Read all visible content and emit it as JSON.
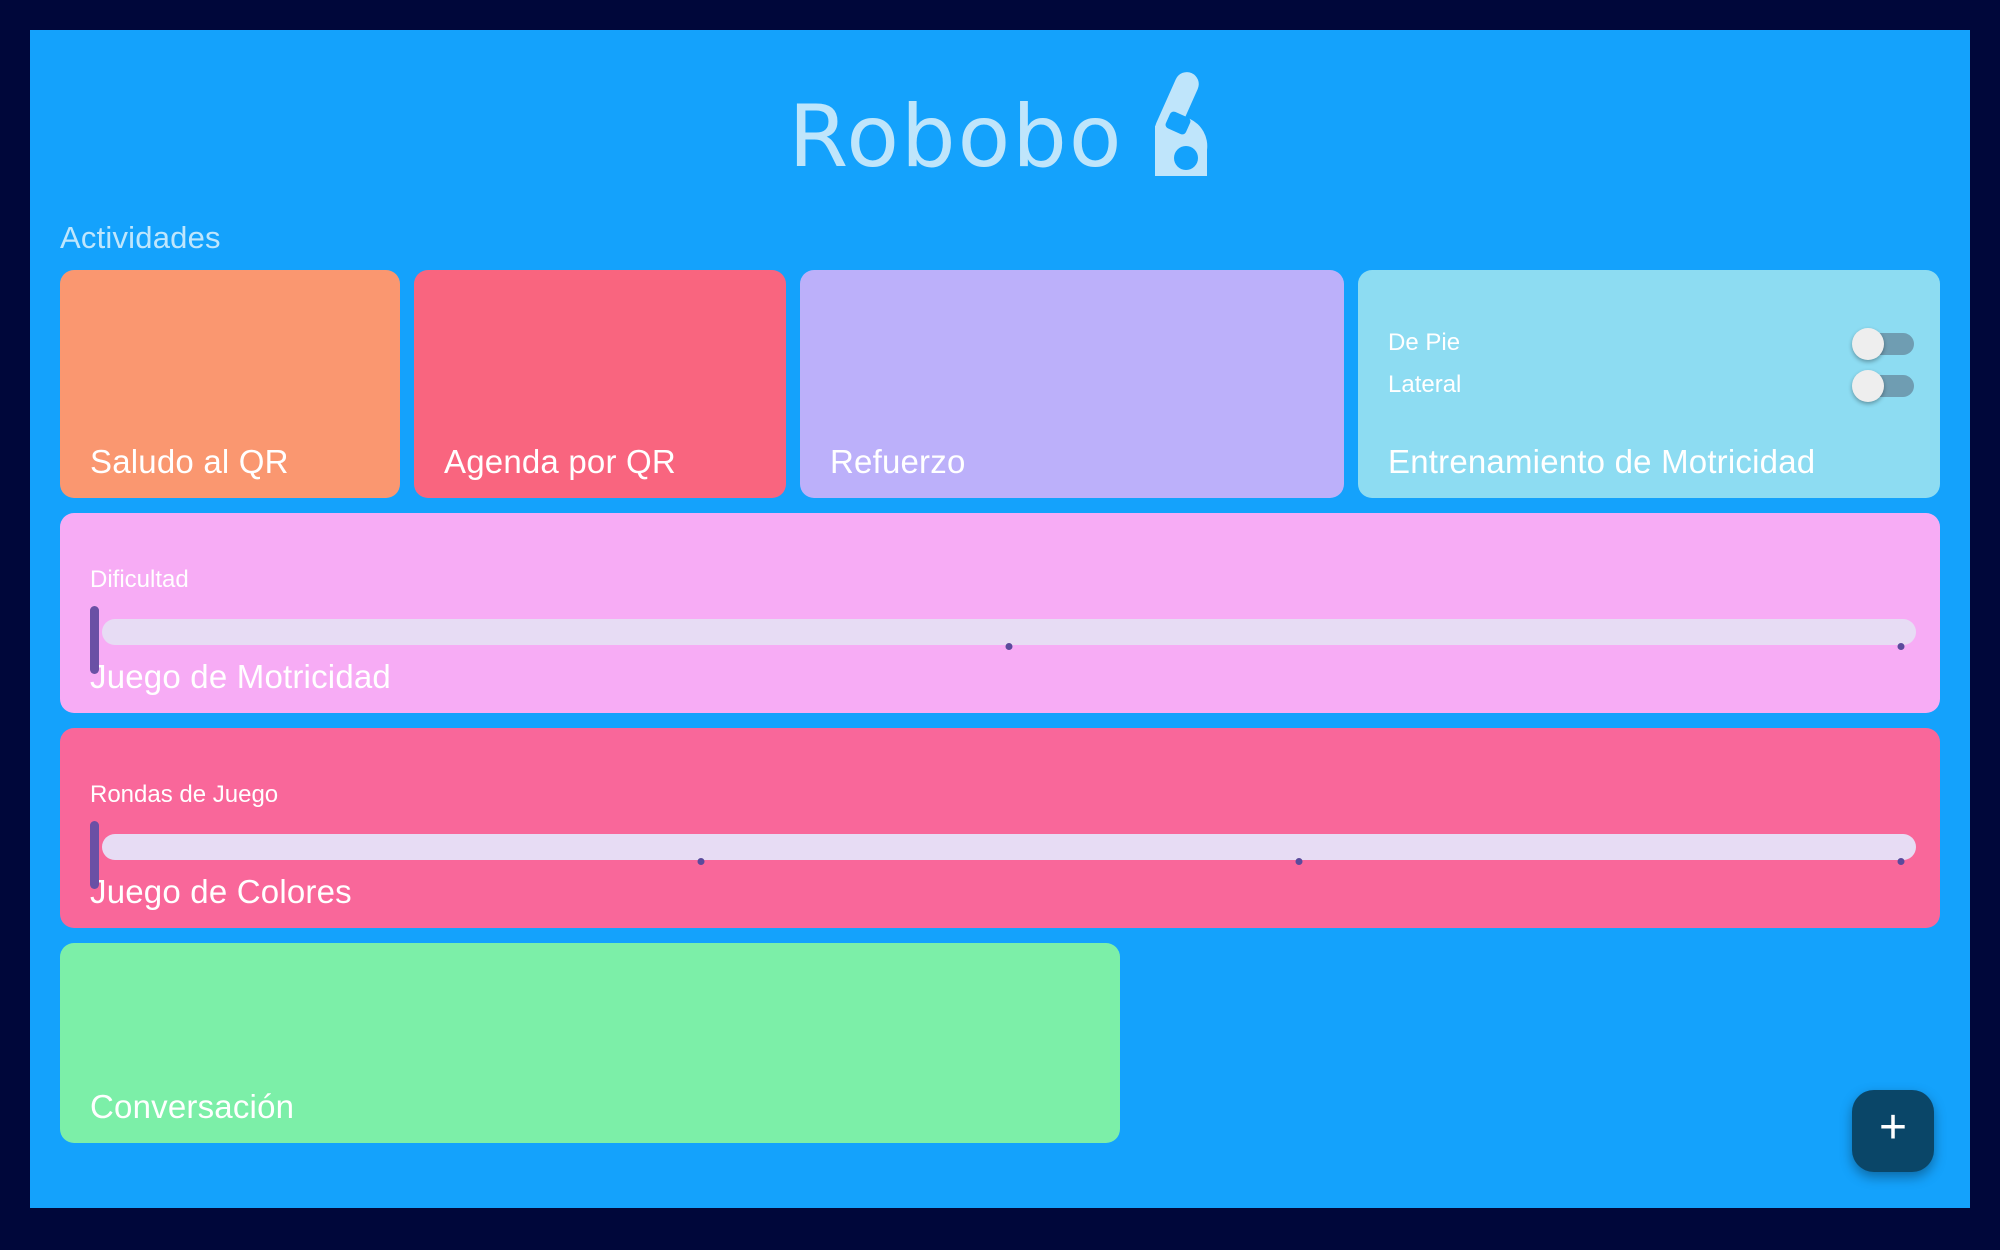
{
  "app": {
    "brand_name": "Robobo",
    "brand_logo_icon": "robobo-robot-icon",
    "background_color": "#14a2fc",
    "frame_color": "#00073a"
  },
  "section": {
    "label": "Actividades"
  },
  "activities": {
    "tiles": [
      {
        "title": "Saludo al QR",
        "color": "#fa9770"
      },
      {
        "title": "Agenda por QR",
        "color": "#f9657f"
      },
      {
        "title": "Refuerzo",
        "color": "#bcb0fa"
      },
      {
        "title": "Entrenamiento de Motricidad",
        "color": "#8ddcf2",
        "toggles": [
          {
            "label": "De Pie",
            "state": "off"
          },
          {
            "label": "Lateral",
            "state": "off"
          }
        ]
      }
    ],
    "sliders": [
      {
        "title": "Juego de Motricidad",
        "color": "#f7acf5",
        "slider_label": "Dificultad",
        "thumb_percent": 0,
        "tick_percents": [
          50,
          99
        ]
      },
      {
        "title": "Juego de Colores",
        "color": "#f9679a",
        "slider_label": "Rondas de Juego",
        "thumb_percent": 0,
        "tick_percents": [
          33,
          66,
          99
        ]
      }
    ],
    "last": {
      "title": "Conversación",
      "color": "#7cefa8"
    }
  },
  "fab": {
    "icon": "plus-icon",
    "label": "+",
    "color": "#0a4668"
  }
}
